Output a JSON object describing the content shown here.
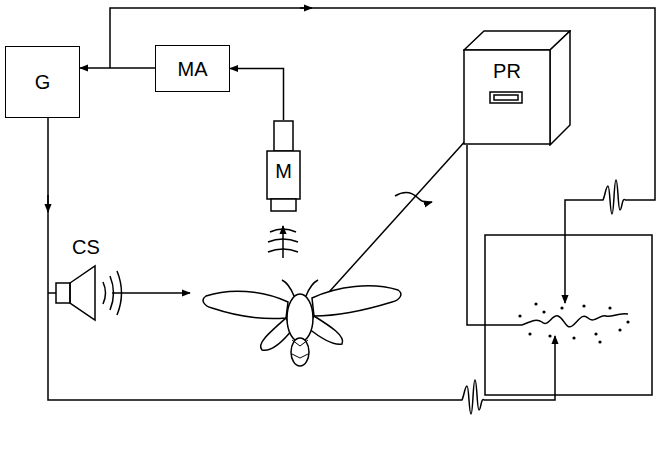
{
  "diagram": {
    "nodes": [
      {
        "text": [
          "G"
        ]
      },
      {
        "text": [
          "MA"
        ]
      },
      {
        "text": [
          "PR"
        ]
      },
      {
        "text": [
          "M"
        ]
      }
    ],
    "edges": [
      {
        "from": 3,
        "to": 1,
        "arrow": "to"
      },
      {
        "from": 1,
        "to": 0,
        "arrow": "to"
      }
    ],
    "labels": [
      "CS"
    ]
  }
}
